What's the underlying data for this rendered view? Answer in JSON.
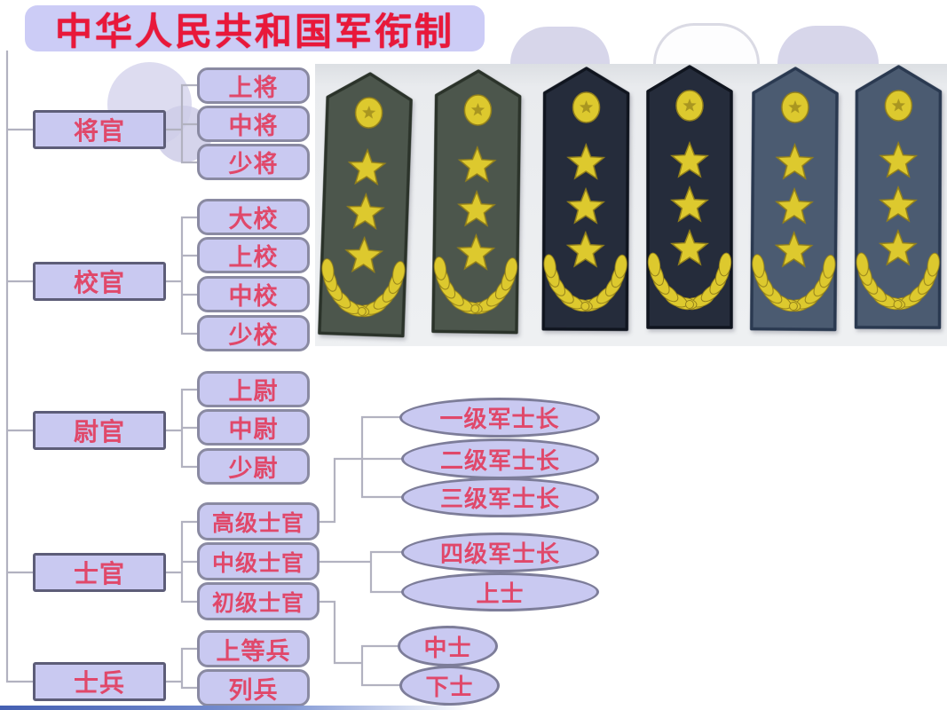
{
  "title": "中华人民共和国军衔制",
  "tree": {
    "categories": [
      {
        "label": "将官",
        "children": [
          "上将",
          "中将",
          "少将"
        ]
      },
      {
        "label": "校官",
        "children": [
          "大校",
          "上校",
          "中校",
          "少校"
        ]
      },
      {
        "label": "尉官",
        "children": [
          "上尉",
          "中尉",
          "少尉"
        ]
      },
      {
        "label": "士官",
        "children": [
          "高级士官",
          "中级士官",
          "初级士官"
        ]
      },
      {
        "label": "士兵",
        "children": [
          "上等兵",
          "列兵"
        ]
      }
    ],
    "nco_detail_groups": [
      {
        "parent": "高级士官",
        "children": [
          "一级军士长",
          "二级军士长",
          "三级军士长"
        ]
      },
      {
        "parent": "中级士官",
        "children": [
          "四级军士长",
          "上士"
        ]
      },
      {
        "parent": "初级士官",
        "children": [
          "中士",
          "下士"
        ]
      }
    ]
  },
  "insignia": {
    "kind": "general-shoulder-boards",
    "stars_per_board": 3,
    "boards": [
      {
        "service": "army",
        "body": "#4c564c",
        "edge": "#2b332a"
      },
      {
        "service": "army",
        "body": "#4c564c",
        "edge": "#2b332a"
      },
      {
        "service": "navy",
        "body": "#252c3b",
        "edge": "#10151f"
      },
      {
        "service": "navy",
        "body": "#252c3b",
        "edge": "#10151f"
      },
      {
        "service": "air-force",
        "body": "#4b5b71",
        "edge": "#2a3950"
      },
      {
        "service": "air-force",
        "body": "#4b5b71",
        "edge": "#2a3950"
      }
    ],
    "gold": "#ddc92e",
    "gold_dark": "#93801b"
  },
  "colors": {
    "node_fill": "#c9c9f1",
    "node_text": "#e0486a",
    "title_text": "#e9183a",
    "category_border": "#5d5d78",
    "rank_border": "#8a8aa2",
    "connector": "#b2b2c0"
  }
}
